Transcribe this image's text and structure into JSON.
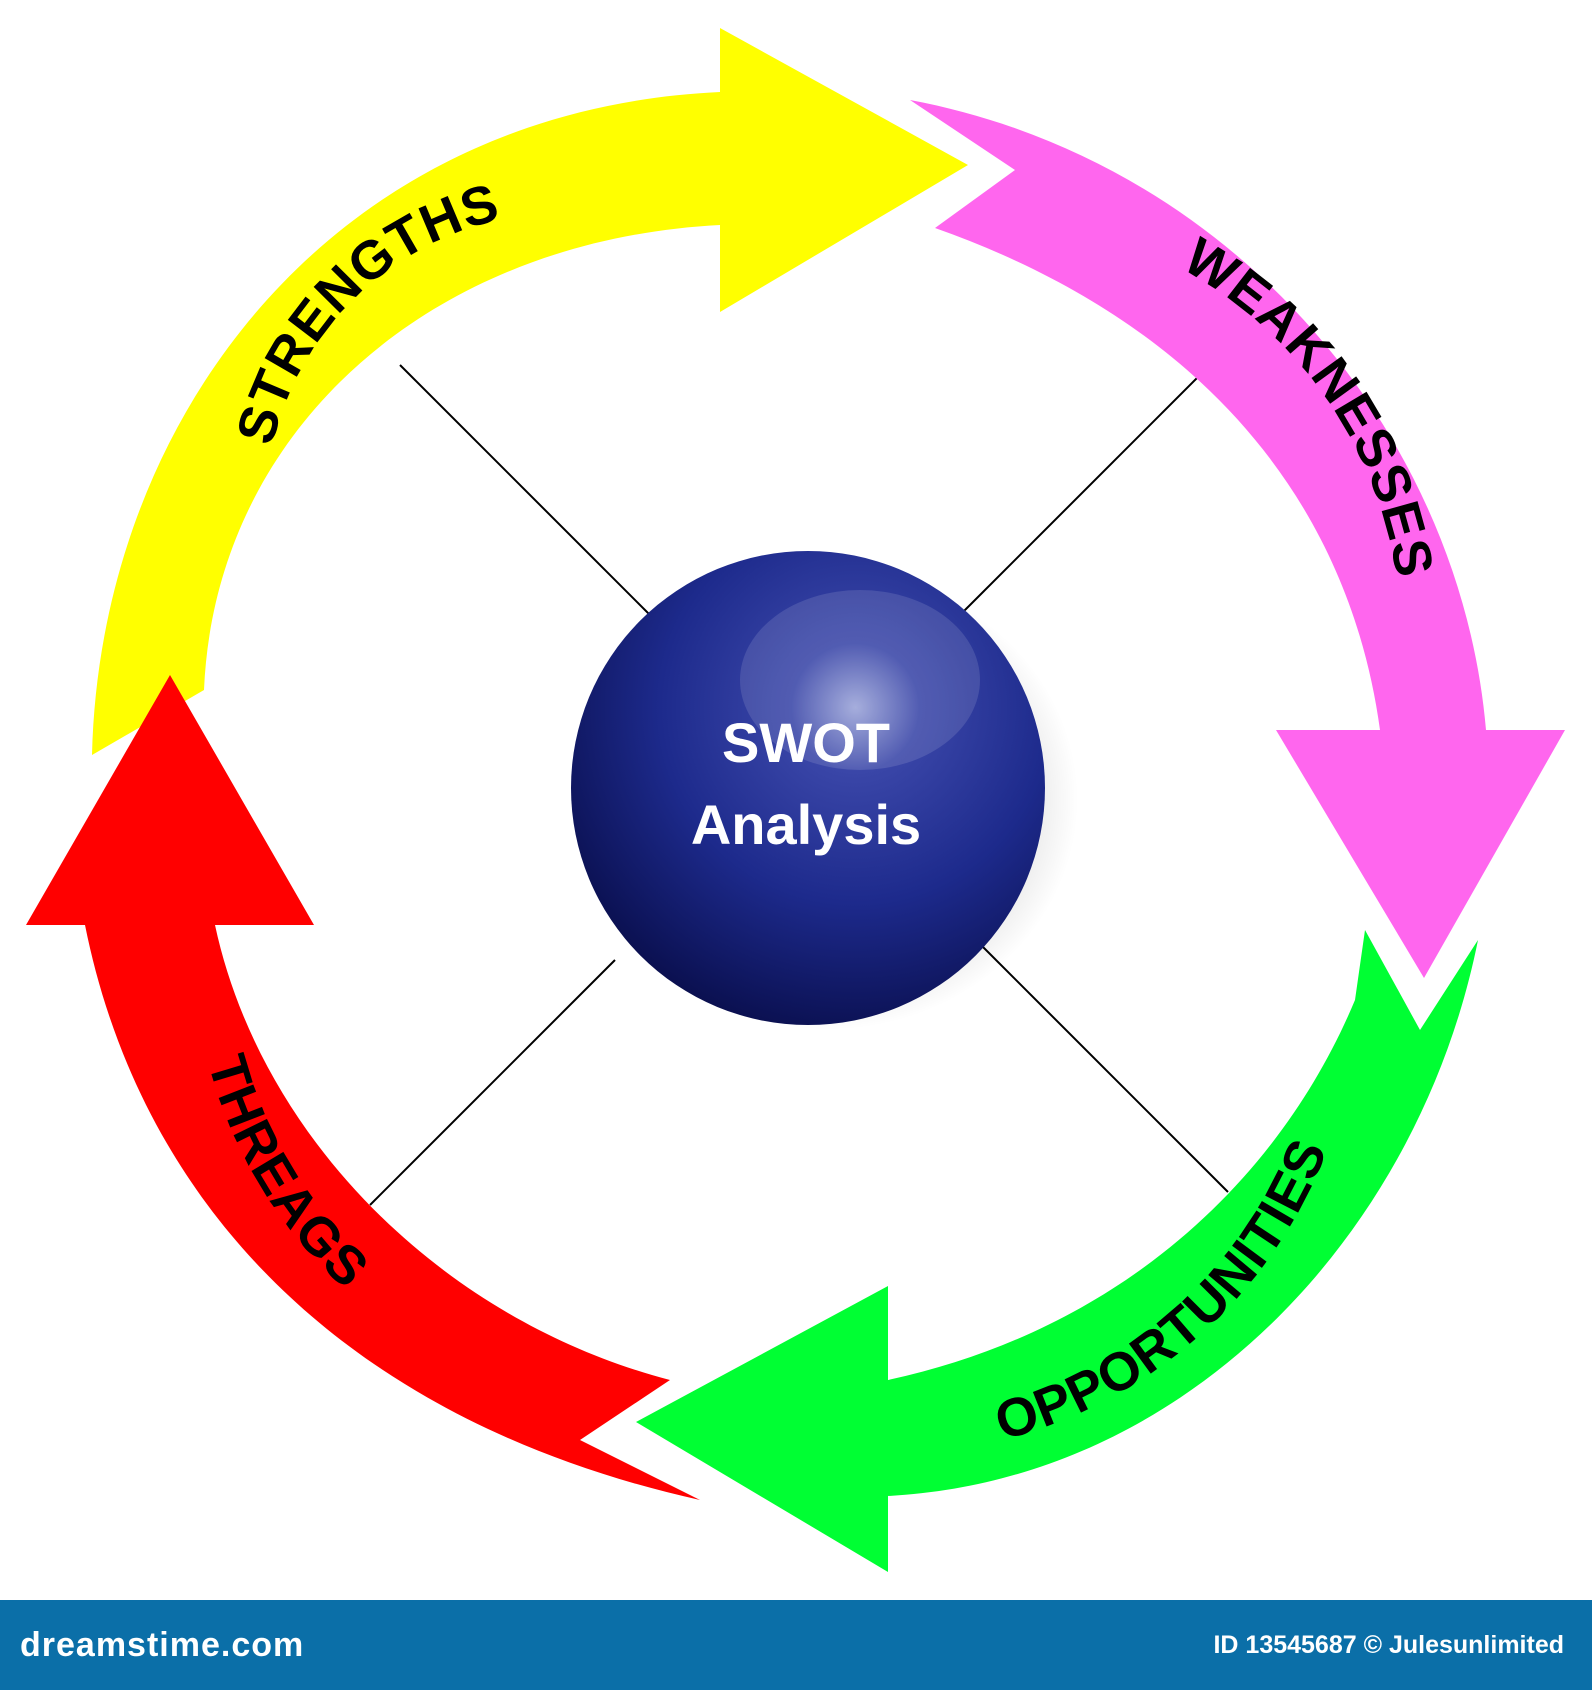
{
  "title": "SWOT",
  "subtitle": "Analysis",
  "segments": [
    {
      "id": "strengths",
      "label": "STRENGTHS",
      "color": "#ffff00"
    },
    {
      "id": "weaknesses",
      "label": "WEAKNESSES",
      "color": "#ff66ee"
    },
    {
      "id": "opportunities",
      "label": "OPPORTUNITIES",
      "color": "#00ff33"
    },
    {
      "id": "threats",
      "label": "THREAGS",
      "color": "#ff0000"
    }
  ],
  "sphere_color": "#1a237e",
  "footer": {
    "brand": "dreamstime.com",
    "credit": "ID 13545687 © Julesunlimited",
    "bar_color": "#0b6fa8"
  }
}
